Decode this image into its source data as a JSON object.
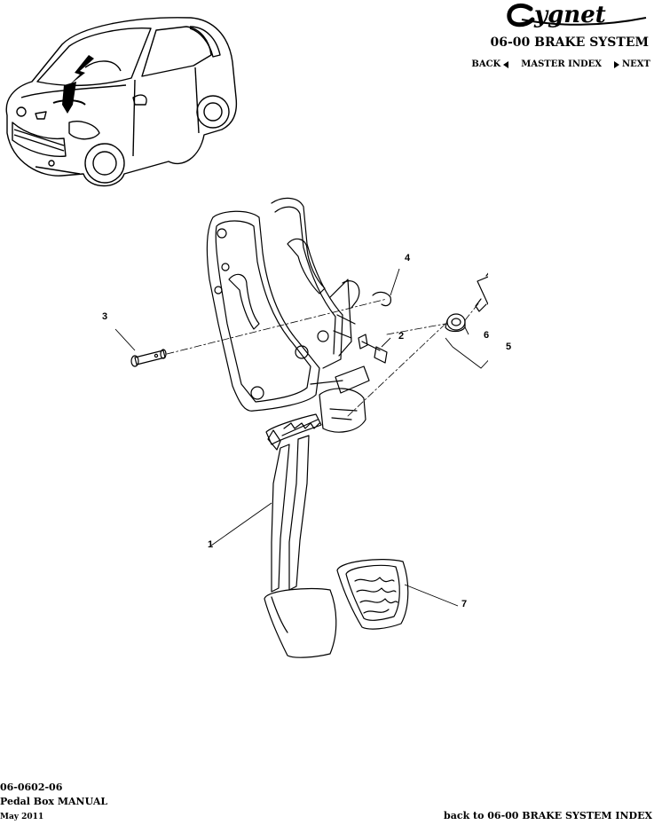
{
  "header": {
    "logo_text": "Cygnet",
    "section_title": "06-00 BRAKE SYSTEM",
    "nav": {
      "back": "BACK",
      "master_index": "MASTER INDEX",
      "next": "NEXT"
    }
  },
  "diagram": {
    "callouts": [
      "1",
      "2",
      "3",
      "4",
      "5",
      "6",
      "7"
    ]
  },
  "footer": {
    "code": "06-0602-06",
    "title": "Pedal Box MANUAL",
    "date": "May 2011",
    "back_link": "back to 06-00 BRAKE SYSTEM INDEX"
  },
  "colors": {
    "ink": "#000000",
    "background": "#ffffff",
    "highlight": "#000000"
  }
}
